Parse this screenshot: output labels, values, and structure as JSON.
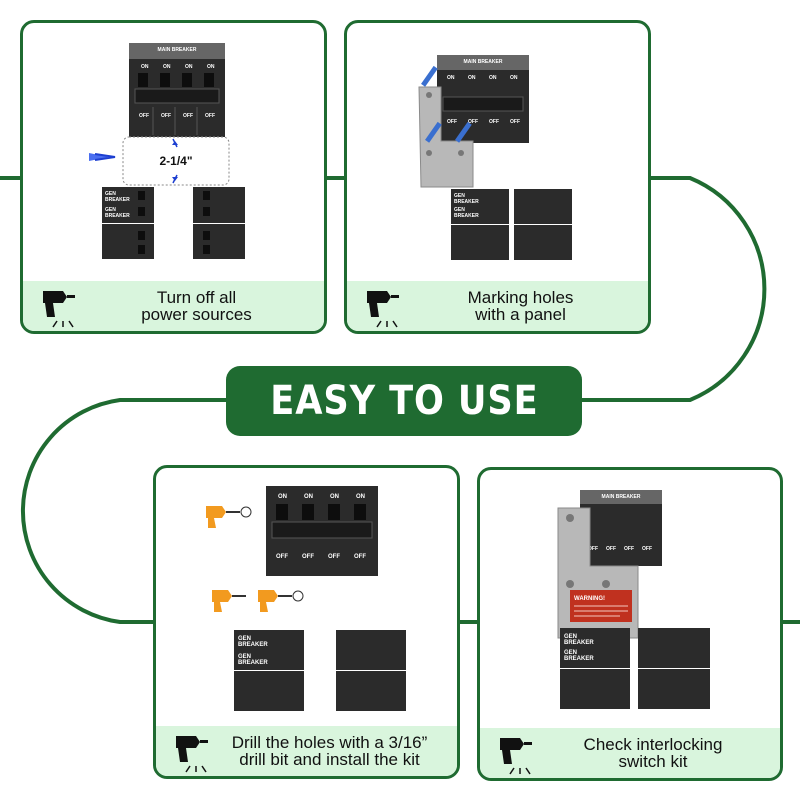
{
  "banner": {
    "title": "EASY TO USE"
  },
  "breaker": {
    "main_label": "MAIN BREAKER",
    "on": "ON",
    "off": "OFF",
    "gen": "GEN",
    "breaker_word": "BREAKER"
  },
  "warning_label": "WARNING!",
  "measurement": "2-1/4\"",
  "steps": [
    {
      "caption": "Turn off all\npower sources"
    },
    {
      "caption": "Marking holes\nwith a panel"
    },
    {
      "caption": "Drill the holes with a 3/16”\ndrill bit and install the kit"
    },
    {
      "caption": "Check interlocking\nswitch kit"
    }
  ],
  "colors": {
    "brand_green": "#1f6b31",
    "caption_bg": "#d9f5dd",
    "breaker_dark": "#2b2b2b",
    "plate_gray": "#b8b8b8",
    "warning_red": "#c0311f"
  },
  "icons": [
    "drill-icon",
    "pencil-icon",
    "arrow-icon"
  ]
}
